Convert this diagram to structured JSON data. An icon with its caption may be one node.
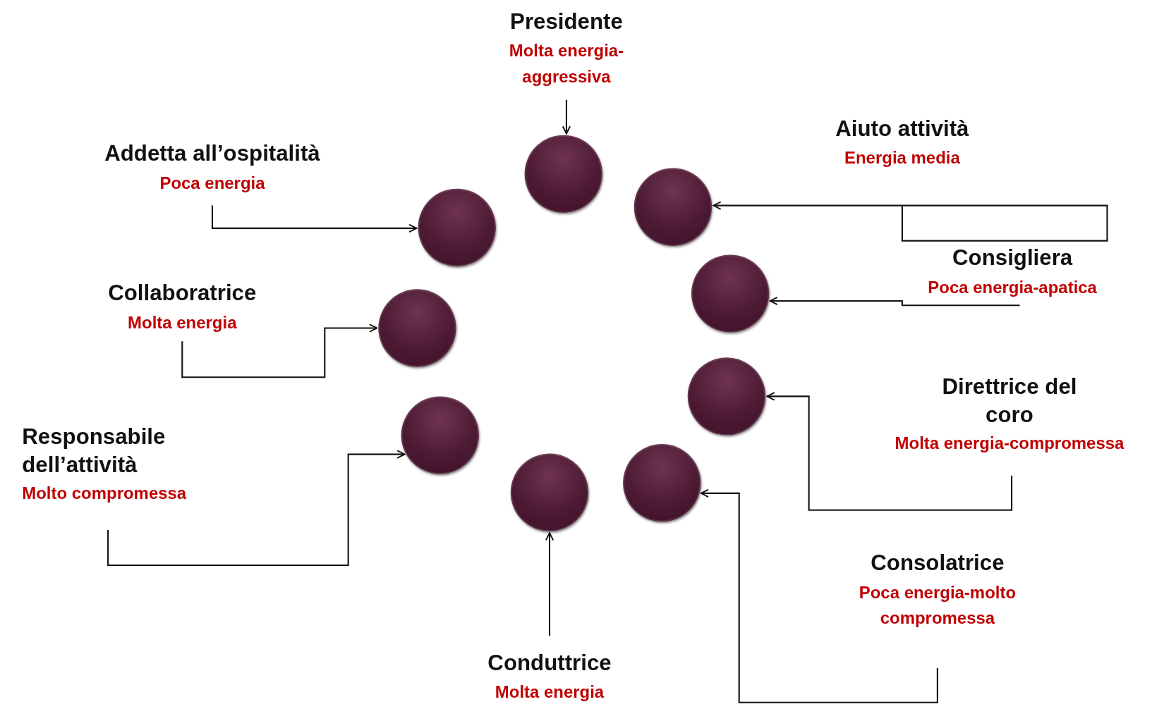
{
  "diagram": {
    "nodes": [
      {
        "text": [
          "Presidente",
          "Molta energia- aggressiva"
        ]
      },
      {
        "text": [
          "Addetta all’ospitalità",
          "Poca energia"
        ]
      },
      {
        "text": [
          "Aiuto attività",
          "Energia media"
        ]
      },
      {
        "text": [
          "Collaboratrice",
          "Molta energia"
        ]
      },
      {
        "text": [
          "Consigliera",
          "Poca energia-apatica"
        ]
      },
      {
        "text": [
          "Responsabile dell’attività",
          "Molto compromessa"
        ]
      },
      {
        "text": [
          "Direttrice del coro",
          "Molta energia-compromessa"
        ]
      },
      {
        "text": [
          "Consolatrice",
          "Poca energia-molto compromessa"
        ]
      },
      {
        "text": [
          "Conduttrice",
          "Molta energia"
        ]
      },
      {
        "text": [],
        "shape": "circle"
      },
      {
        "text": [],
        "shape": "circle"
      },
      {
        "text": [],
        "shape": "circle"
      },
      {
        "text": [],
        "shape": "circle"
      },
      {
        "text": [],
        "shape": "circle"
      },
      {
        "text": [],
        "shape": "circle"
      },
      {
        "text": [],
        "shape": "circle"
      },
      {
        "text": [],
        "shape": "circle"
      },
      {
        "text": [],
        "shape": "circle"
      }
    ],
    "edges": [
      {
        "from": 0,
        "to": 9,
        "arrow": "to"
      },
      {
        "from": 1,
        "to": 11,
        "arrow": "to"
      },
      {
        "from": 2,
        "to": 10,
        "arrow": "to"
      },
      {
        "from": 3,
        "to": 13,
        "arrow": "to"
      },
      {
        "from": 4,
        "to": 12,
        "arrow": "to"
      },
      {
        "from": 5,
        "to": 15,
        "arrow": "to"
      },
      {
        "from": 6,
        "to": 14,
        "arrow": "to"
      },
      {
        "from": 7,
        "to": 16,
        "arrow": "to"
      },
      {
        "from": 8,
        "to": 17,
        "arrow": "to"
      }
    ]
  }
}
